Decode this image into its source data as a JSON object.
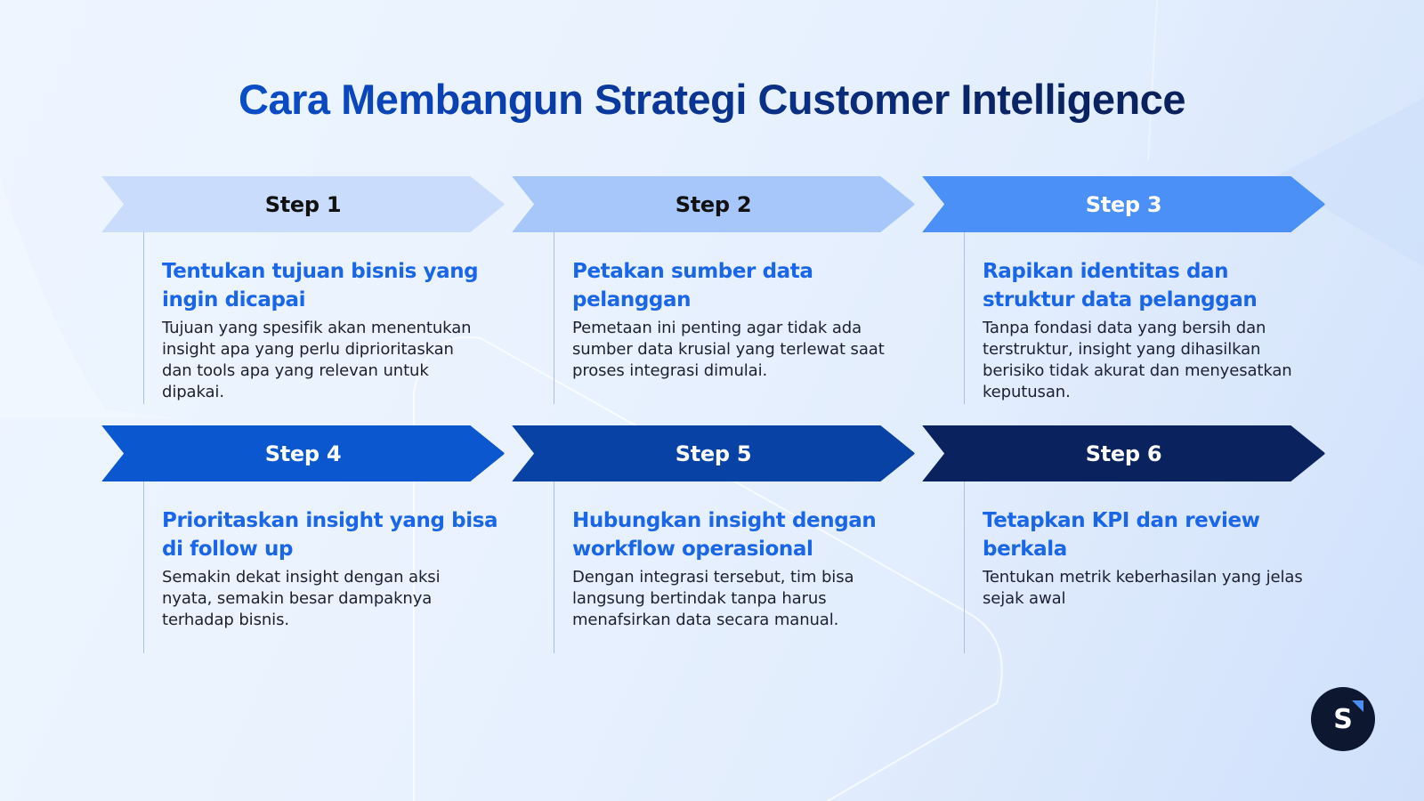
{
  "slide": {
    "title": "Cara Membangun Strategi Customer Intelligence"
  },
  "steps": [
    {
      "label": "Step 1",
      "color": "#c9dcfb",
      "label_color": "#111111",
      "title": "Tentukan tujuan bisnis yang ingin dicapai",
      "description": "Tujuan yang spesifik akan menentukan insight apa yang perlu diprioritaskan dan tools apa yang relevan untuk dipakai."
    },
    {
      "label": "Step 2",
      "color": "#a7c7fb",
      "label_color": "#111111",
      "title": "Petakan sumber data pelanggan",
      "description": "Pemetaan ini penting agar tidak ada sumber data krusial yang terlewat saat proses integrasi dimulai."
    },
    {
      "label": "Step 3",
      "color": "#4b90f7",
      "label_color": "#ffffff",
      "title": "Rapikan identitas dan struktur data pelanggan",
      "description": "Tanpa fondasi data yang bersih dan terstruktur, insight yang dihasilkan berisiko tidak akurat dan menyesatkan keputusan."
    },
    {
      "label": "Step 4",
      "color": "#0a57d0",
      "label_color": "#ffffff",
      "title": "Prioritaskan insight yang bisa di follow up",
      "description": "Semakin dekat insight dengan aksi nyata, semakin besar dampaknya terhadap bisnis."
    },
    {
      "label": "Step 5",
      "color": "#0842a4",
      "label_color": "#ffffff",
      "title": "Hubungkan insight dengan workflow operasional",
      "description": "Dengan integrasi tersebut, tim bisa langsung bertindak tanpa harus menafsirkan data secara manual."
    },
    {
      "label": "Step 6",
      "color": "#0a235e",
      "label_color": "#ffffff",
      "title": "Tetapkan KPI dan review berkala",
      "description": "Tentukan metrik keberhasilan yang jelas sejak awal"
    }
  ],
  "logo": {
    "letter": "S",
    "icon": "brand-logo-icon",
    "background": "#0d1730",
    "accent": "#4a8ff0"
  },
  "colors": {
    "title_start": "#0b5be0",
    "title_end": "#0a1c4f",
    "step_title": "#1a66e8",
    "body_text": "#1c2030",
    "divider": "#a9bfe3"
  }
}
